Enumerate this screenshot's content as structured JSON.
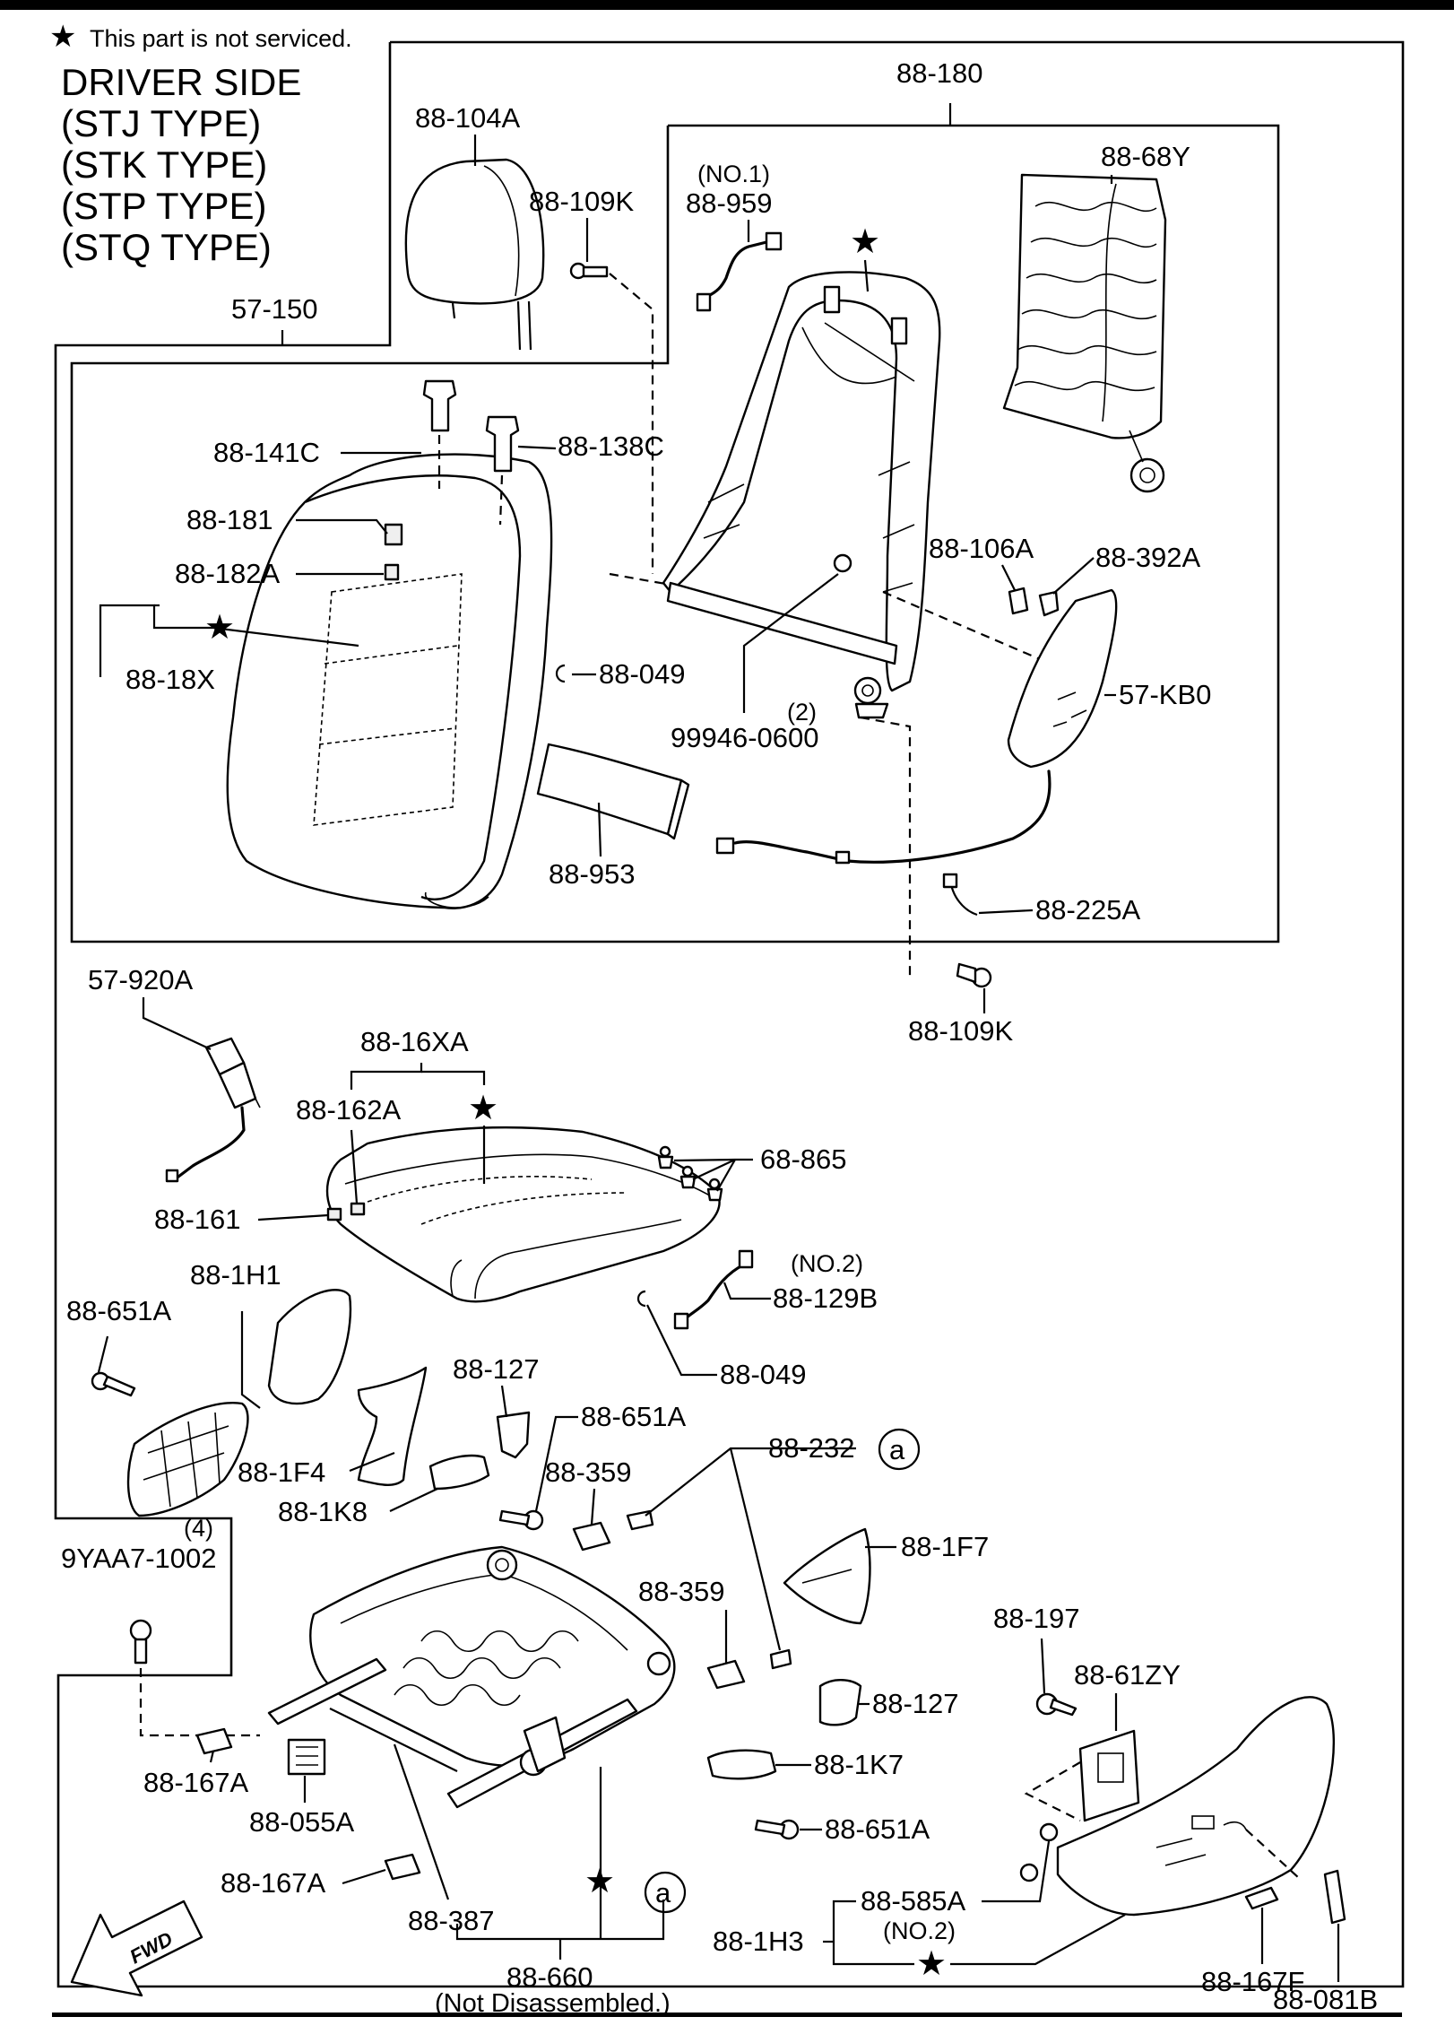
{
  "header": {
    "legend_symbol": "★",
    "legend_text": "This part is not serviced.",
    "title_lines": [
      "DRIVER SIDE",
      "(STJ TYPE)",
      "(STK TYPE)",
      "(STP TYPE)",
      "(STQ TYPE)"
    ]
  },
  "labels": {
    "p_57_150": "57-150",
    "p_88_104A": "88-104A",
    "p_88_109K_top": "88-109K",
    "p_88_180": "88-180",
    "p_no1": "(NO.1)",
    "p_88_959": "88-959",
    "p_88_68Y": "88-68Y",
    "p_88_141C": "88-141C",
    "p_88_138C": "88-138C",
    "p_88_181": "88-181",
    "p_88_182A": "88-182A",
    "p_88_18X": "88-18X",
    "p_88_049_top": "88-049",
    "p_qty2": "(2)",
    "p_99946_0600": "99946-0600",
    "p_88_953": "88-953",
    "p_88_106A": "88-106A",
    "p_88_392A": "88-392A",
    "p_57_KB0": "57-KB0",
    "p_88_225A": "88-225A",
    "p_88_109K_mid": "88-109K",
    "p_57_920A": "57-920A",
    "p_88_16XA": "88-16XA",
    "p_88_162A": "88-162A",
    "p_68_865": "68-865",
    "p_88_161": "88-161",
    "p_no2_a": "(NO.2)",
    "p_88_129B": "88-129B",
    "p_88_049_mid": "88-049",
    "p_88_1H1": "88-1H1",
    "p_88_651A_left": "88-651A",
    "p_88_127_a": "88-127",
    "p_88_651A_mid": "88-651A",
    "p_88_1F4": "88-1F4",
    "p_88_1K8": "88-1K8",
    "p_88_359_a": "88-359",
    "p_88_232": "88-232",
    "p_circle_a1": "a",
    "p_88_1F7": "88-1F7",
    "p_qty4": "(4)",
    "p_9YAA7_1002": "9YAA7-1002",
    "p_88_359_b": "88-359",
    "p_88_197": "88-197",
    "p_88_61ZY": "88-61ZY",
    "p_88_127_b": "88-127",
    "p_88_1K7": "88-1K7",
    "p_88_167A_a": "88-167A",
    "p_88_055A": "88-055A",
    "p_88_651A_bot": "88-651A",
    "p_88_167A_b": "88-167A",
    "p_88_387": "88-387",
    "p_circle_a2": "a",
    "p_88_585A": "88-585A",
    "p_no2_b": "(NO.2)",
    "p_88_1H3": "88-1H3",
    "p_88_167F": "88-167F",
    "p_88_081B": "88-081B",
    "p_88_660": "88-660",
    "p_not_disassembled": "(Not Disassembled.)",
    "p_fwd": "FWD"
  },
  "markers": {
    "not_serviced": "★"
  }
}
